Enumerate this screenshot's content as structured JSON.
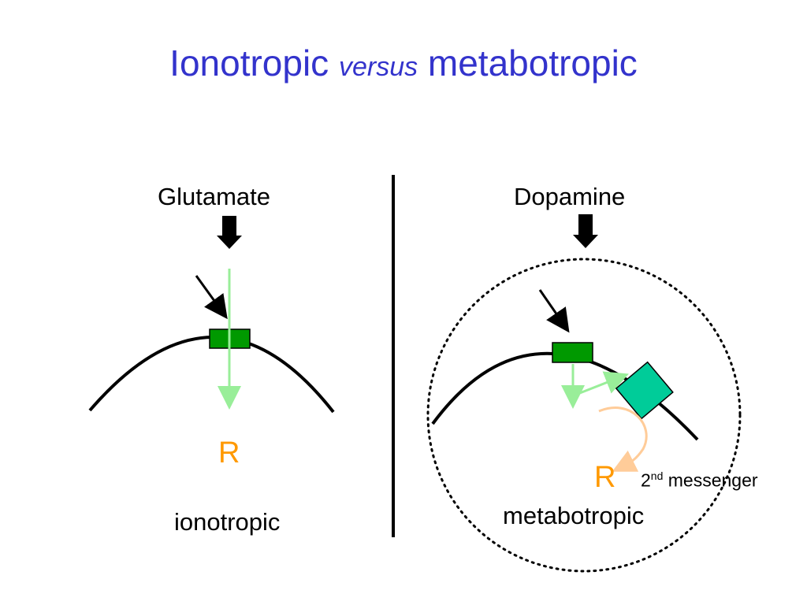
{
  "title": {
    "part1": "Ionotropic",
    "part2": "versus",
    "part3": "metabotropic"
  },
  "left": {
    "ligand": "Glutamate",
    "receptor_product": "R",
    "caption": "ionotropic"
  },
  "right": {
    "ligand": "Dopamine",
    "receptor_product": "R",
    "messenger_number": "2",
    "messenger_suffix": "nd",
    "messenger_word": "messenger",
    "caption": "metabotropic"
  },
  "colors": {
    "title": "#3333cc",
    "receptor": "#009900",
    "effector": "#00cc99",
    "flow_arrow": "#99ee99",
    "second_messenger_arrow": "#ffcc99",
    "product": "#ff9900"
  }
}
